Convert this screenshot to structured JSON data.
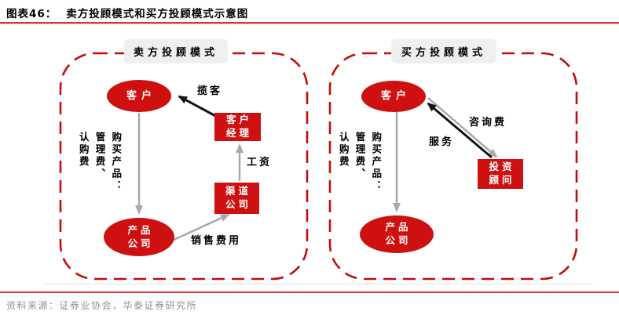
{
  "header": {
    "figure_label": "图表46：",
    "title": "卖方投顾模式和买方投顾模式示意图"
  },
  "panels": [
    {
      "title": "卖方投顾模式",
      "nodes": {
        "customer": "客户",
        "account_manager": [
          "客户",
          "经理"
        ],
        "channel_company": [
          "渠道",
          "公司"
        ],
        "product_company": [
          "产品",
          "公司"
        ]
      },
      "edge_labels": {
        "solicit": "揽客",
        "salary": "工资",
        "sales_expense": "销售费用"
      },
      "fees": [
        "购买产品：",
        "管理费、",
        "认购费"
      ]
    },
    {
      "title": "买方投顾模式",
      "nodes": {
        "customer": "客户",
        "investment_advisor": [
          "投资",
          "顾问"
        ],
        "product_company": [
          "产品",
          "公司"
        ]
      },
      "edge_labels": {
        "consulting_fee": "咨询费",
        "service": "服务"
      },
      "fees": [
        "购买产品：",
        "管理费、",
        "认购费"
      ]
    }
  ],
  "footer": {
    "source": "资料来源：证券业协会，华泰证券研究所"
  },
  "colors": {
    "node_red": "#ce1010",
    "dashed_border_red": "#c00d0d",
    "arrow_gray": "#a9a9a9",
    "arrow_black": "#141414",
    "title_box_bg": "#efefef",
    "rule_red": "#d23b31",
    "source_gray": "#97908b"
  }
}
